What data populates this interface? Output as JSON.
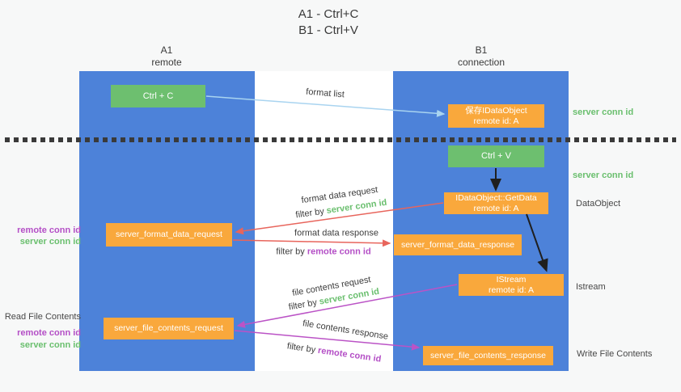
{
  "title": {
    "line1": "A1 - Ctrl+C",
    "line2": "B1 - Ctrl+V"
  },
  "lanes": {
    "left": {
      "name": "A1",
      "subtitle": "remote"
    },
    "right": {
      "name": "B1",
      "subtitle": "connection"
    }
  },
  "nodes": {
    "ctrl_c": "Ctrl + C",
    "ctrl_v": "Ctrl + V",
    "save_idataobject": {
      "line1": "保存IDataObject",
      "line2": "remote id: A"
    },
    "getdata": {
      "line1": "IDataObject::GetData",
      "line2": "remote id: A"
    },
    "istream": {
      "line1": "IStream",
      "line2": "remote id: A"
    },
    "format_request": "server_format_data_request",
    "format_response": "server_format_data_response",
    "file_request": "server_file_contents_request",
    "file_response": "server_file_contents_response"
  },
  "edge_labels": {
    "format_list": "format list",
    "format_data_request": "format data request",
    "format_data_response": "format data response",
    "file_contents_request": "file contents request",
    "file_contents_response": "file contents response",
    "filter_by": "filter by ",
    "server_conn_id": "server conn id",
    "remote_conn_id": "remote conn id"
  },
  "side_labels": {
    "right_server_conn_id_top": "server conn id",
    "right_server_conn_id_mid": "server conn id",
    "right_dataobject": "DataObject",
    "right_istream": "Istream",
    "right_write_file_contents": "Write File Contents",
    "left_remote_conn_id_format": "remote conn id",
    "left_server_conn_id_format": "server conn id",
    "left_read_file_contents": "Read File Contents",
    "left_remote_conn_id_file": "remote conn id",
    "left_server_conn_id_file": "server conn id"
  },
  "colors": {
    "lane_blue": "#4d82d9",
    "node_green": "#6dbf6f",
    "node_orange": "#f9a83c",
    "arrow_red": "#e8655c",
    "arrow_purple": "#bb53c6",
    "arrow_light_blue": "#a9d4f0",
    "arrow_black": "#1f1f1f",
    "label_green": "#6abf6e",
    "label_purple": "#b44fc6"
  }
}
